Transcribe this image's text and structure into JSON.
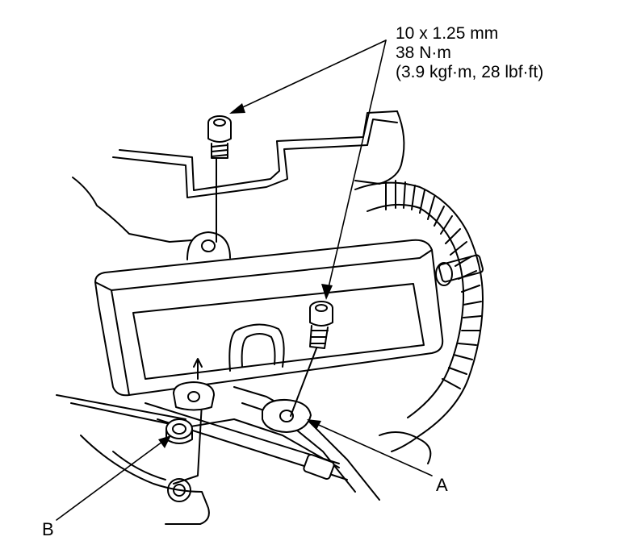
{
  "spec": {
    "thread": "10 x 1.25 mm",
    "torque_nm": "38 N·m",
    "torque_alt": "(3.9 kgf·m, 28 lbf·ft)"
  },
  "callouts": {
    "a": "A",
    "b": "B"
  },
  "colors": {
    "ink": "#000000",
    "paper": "#ffffff"
  }
}
